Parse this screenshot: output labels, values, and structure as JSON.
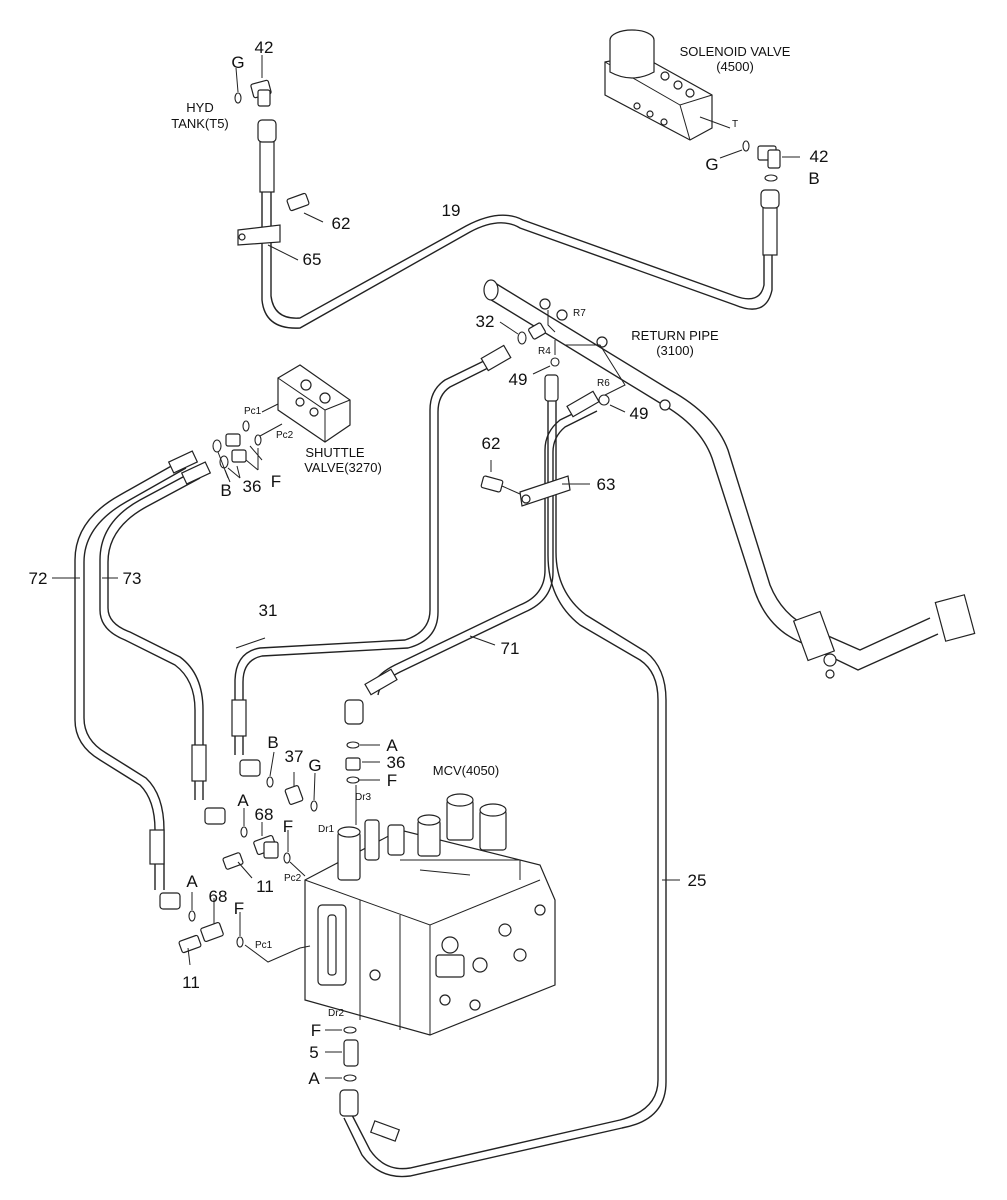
{
  "title": "",
  "components": {
    "solenoid_valve": {
      "name": "SOLENOID VALVE",
      "code": "(4500)",
      "port": "T"
    },
    "hyd_tank": {
      "line1": "HYD",
      "line2": "TANK(T5)"
    },
    "return_pipe": {
      "name": "RETURN PIPE",
      "code": "(3100)"
    },
    "shuttle_valve": {
      "name": "SHUTTLE",
      "line2": "VALVE(3270)",
      "port_pc1": "Pc1",
      "port_pc2": "Pc2"
    },
    "mcv": {
      "name": "MCV(4050)",
      "port_dr1": "Dr1",
      "port_dr2": "Dr2",
      "port_dr3": "Dr3",
      "port_pc1": "Pc1",
      "port_pc2": "Pc2"
    }
  },
  "return_pipe_ports": {
    "r4": "R4",
    "r6": "R6",
    "r7": "R7"
  },
  "callouts": {
    "g_top": "G",
    "n42_top": "42",
    "g_sol": "G",
    "n42_sol": "42",
    "b_sol": "B",
    "n19": "19",
    "n62_top": "62",
    "n65": "65",
    "n32": "32",
    "n49_a": "49",
    "n49_b": "49",
    "n62_mid": "62",
    "n63": "63",
    "b_sh": "B",
    "n36_sh": "36",
    "f_sh": "F",
    "n72": "72",
    "n73": "73",
    "n31": "31",
    "n71": "71",
    "n25": "25",
    "a_top": "A",
    "n36_mcv": "36",
    "f_top": "F",
    "b_mcv": "B",
    "n37": "37",
    "g_mcv": "G",
    "a_mid": "A",
    "n68_mid": "68",
    "f_mid": "F",
    "n11_mid": "11",
    "a_low": "A",
    "n68_low": "68",
    "f_low": "F",
    "n11_low": "11",
    "f_bot": "F",
    "n5": "5",
    "a_bot": "A"
  }
}
